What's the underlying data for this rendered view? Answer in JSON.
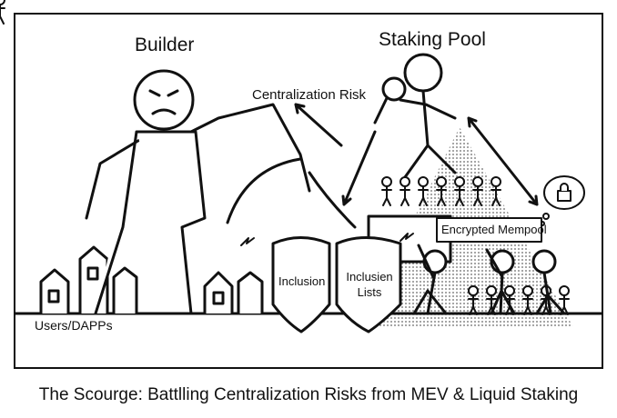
{
  "labels": {
    "builder": "Builder",
    "staking_pool": "Staking Pool",
    "centralization_risk": "Centralization Risk",
    "encrypted_mempool": "Encrypted Mempool",
    "shield_left": "Inclusion",
    "shield_right": "Inclusien Lists",
    "users": "Users/DAPPs"
  },
  "caption": "The Scourge: Battlling Centralization Risks from MEV & Liquid Staking"
}
